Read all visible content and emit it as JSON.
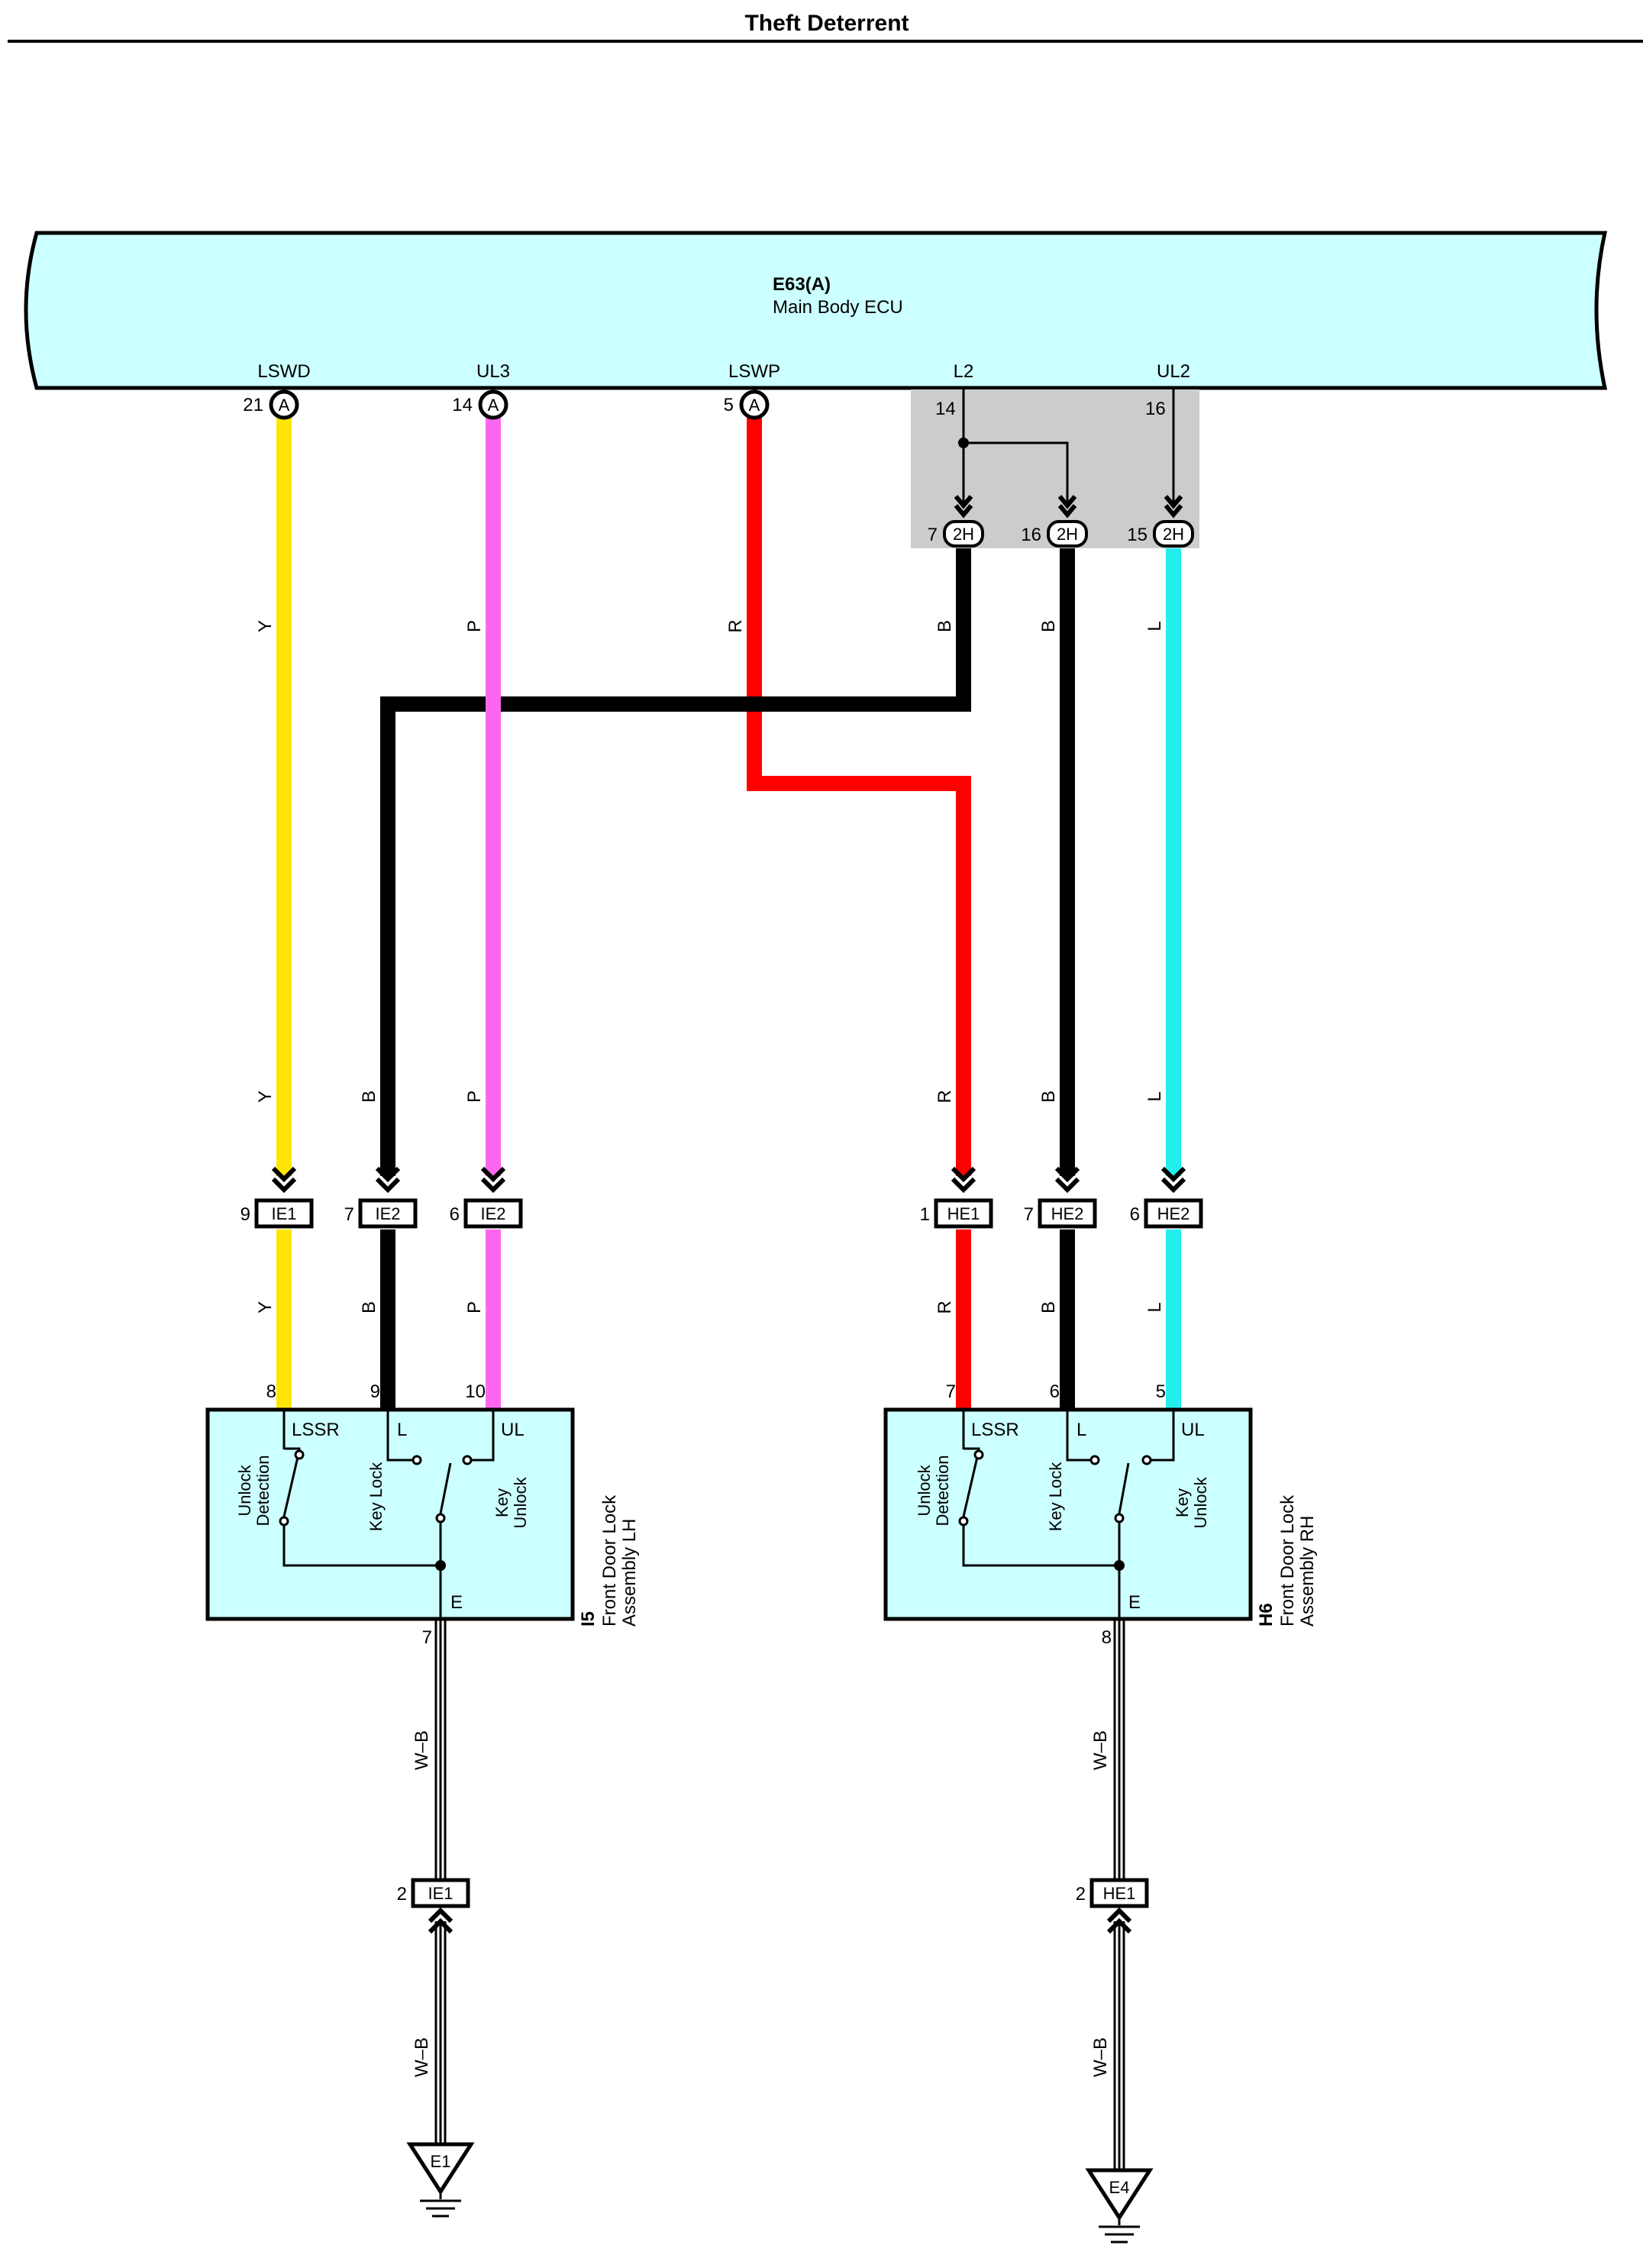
{
  "page_title": "Theft Deterrent",
  "ecu": {
    "code": "E63(A)",
    "name": "Main Body ECU",
    "pins": [
      {
        "name": "LSWD",
        "number": "21",
        "connector": "A"
      },
      {
        "name": "UL3",
        "number": "14",
        "connector": "A"
      },
      {
        "name": "LSWP",
        "number": "5",
        "connector": "A"
      },
      {
        "name": "L2",
        "number": "14"
      },
      {
        "name": "UL2",
        "number": "16"
      }
    ]
  },
  "junction_2h": [
    {
      "number": "7",
      "code": "2H"
    },
    {
      "number": "16",
      "code": "2H"
    },
    {
      "number": "15",
      "code": "2H"
    }
  ],
  "inline_connectors": [
    {
      "number": "9",
      "code": "IE1"
    },
    {
      "number": "7",
      "code": "IE2"
    },
    {
      "number": "6",
      "code": "IE2"
    },
    {
      "number": "1",
      "code": "HE1"
    },
    {
      "number": "7",
      "code": "HE2"
    },
    {
      "number": "6",
      "code": "HE2"
    }
  ],
  "wire_colors": {
    "y": "Y",
    "p": "P",
    "r": "R",
    "b": "B",
    "l": "L",
    "wb": "W–B"
  },
  "colors": {
    "yellow": "#ffe600",
    "pink": "#ff66f0",
    "red": "#ff0000",
    "black": "#000000",
    "cyan": "#22eeee",
    "component_fill": "#ccffff",
    "junction_fill": "#cccccc"
  },
  "lh_assembly": {
    "code": "I5",
    "name_line1": "Front Door Lock",
    "name_line2": "Assembly LH",
    "pins": [
      "8",
      "9",
      "10",
      "7"
    ],
    "terminals": {
      "lssr": "LSSR",
      "l": "L",
      "ul": "UL",
      "e": "E"
    },
    "labels": {
      "unlock1": "Unlock",
      "unlock2": "Detection",
      "keylock": "Key Lock",
      "keyunlock1": "Key",
      "keyunlock2": "Unlock"
    },
    "ground_connector": {
      "number": "2",
      "code": "IE1"
    },
    "ground": "E1"
  },
  "rh_assembly": {
    "code": "H6",
    "name_line1": "Front Door Lock",
    "name_line2": "Assembly RH",
    "pins": [
      "7",
      "6",
      "5",
      "8"
    ],
    "terminals": {
      "lssr": "LSSR",
      "l": "L",
      "ul": "UL",
      "e": "E"
    },
    "labels": {
      "unlock1": "Unlock",
      "unlock2": "Detection",
      "keylock": "Key Lock",
      "keyunlock1": "Key",
      "keyunlock2": "Unlock"
    },
    "ground_connector": {
      "number": "2",
      "code": "HE1"
    },
    "ground": "E4"
  }
}
